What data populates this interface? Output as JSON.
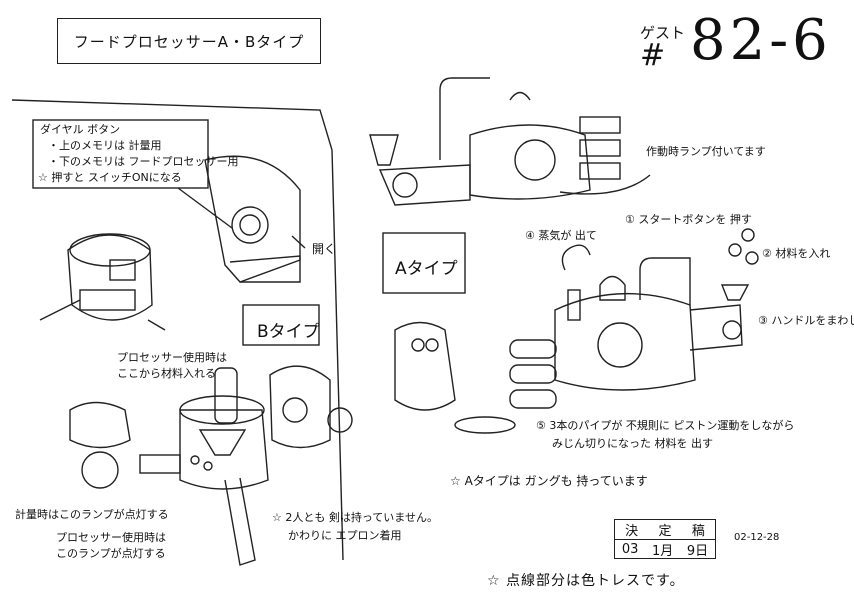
{
  "header": {
    "title": "フードプロセッサーA・Bタイプ",
    "guest_label": "ゲスト",
    "hash": "#",
    "number": "82-6"
  },
  "dial_note": {
    "heading": "ダイヤル ボタン",
    "line1": "・上のメモリは 計量用",
    "line2": "・下のメモリは フードプロセッサー用",
    "line3": "☆ 押すと スイッチONになる"
  },
  "labels": {
    "open": "開く",
    "b_type": "Bタイプ",
    "a_type": "Aタイプ",
    "b_input_1": "プロセッサー使用時は",
    "b_input_2": "ここから材料入れる",
    "measure_lamp": "計量時はこのランプが点灯する",
    "proc_lamp_1": "プロセッサー使用時は",
    "proc_lamp_2": "このランプが点灯する",
    "no_sword_1": "☆ 2人とも 剣は持っていません。",
    "no_sword_2": "かわりに エプロン着用",
    "lamp_on": "作動時ランプ付いてます",
    "start": "① スタートボタンを 押す",
    "ingredients": "② 材料を入れ",
    "handle": "③ ハンドルをまわし",
    "steam": "④ 蒸気が 出て",
    "piston_1": "⑤ 3本のパイプが 不規則に ピストン運動をしながら",
    "piston_2": "みじん切りになった 材料を 出す",
    "a_gong": "☆ Aタイプは ガングも 持っています"
  },
  "stamp": {
    "top": [
      "決",
      "定",
      "稿"
    ],
    "bottom": [
      "03",
      "1月",
      "9日"
    ]
  },
  "signature_date": "02-12-28",
  "footer": "☆  点線部分は色トレスです。"
}
